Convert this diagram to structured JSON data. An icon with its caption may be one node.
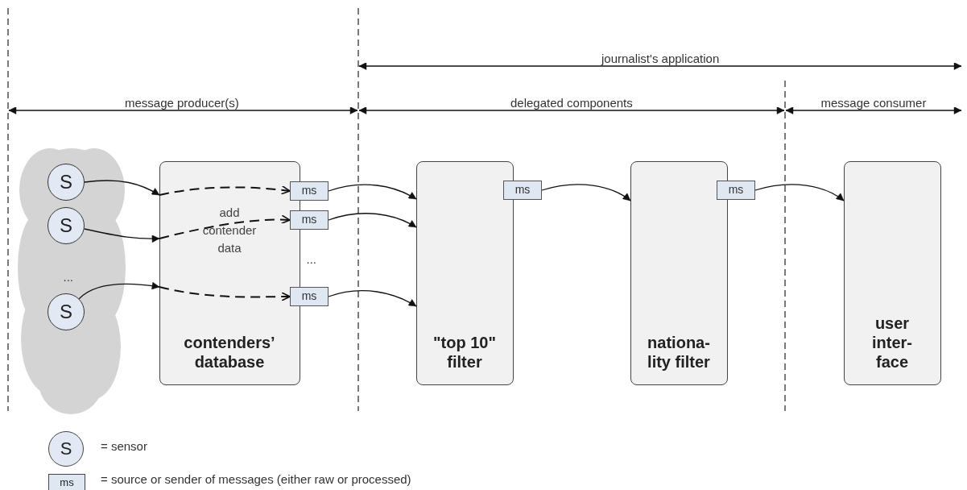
{
  "diagram": {
    "nodes": [
      {
        "text": [],
        "shape": "cloud"
      },
      {
        "text": [
          "S"
        ],
        "in": 0
      },
      {
        "text": [
          "S"
        ],
        "in": 0
      },
      {
        "text": [
          "S"
        ],
        "in": 0
      },
      {
        "text": [
          "add contender data",
          "contenders’ database"
        ]
      },
      {
        "text": [
          "ms"
        ]
      },
      {
        "text": [
          "ms"
        ]
      },
      {
        "text": [
          "ms"
        ]
      },
      {
        "text": [
          "\"top 10\" filter"
        ]
      },
      {
        "text": [
          "ms"
        ]
      },
      {
        "text": [
          "nationa- lity filter"
        ]
      },
      {
        "text": [
          "ms"
        ]
      },
      {
        "text": [
          "user inter- face"
        ]
      }
    ],
    "edges": [
      {
        "from": 1,
        "to": 4,
        "arrow": "to"
      },
      {
        "from": 2,
        "to": 4,
        "arrow": "to"
      },
      {
        "from": 3,
        "to": 4,
        "arrow": "to"
      },
      {
        "from": 4,
        "to": 5,
        "arrow": "to",
        "style": "dashed"
      },
      {
        "from": 4,
        "to": 6,
        "arrow": "to",
        "style": "dashed"
      },
      {
        "from": 4,
        "to": 7,
        "arrow": "to",
        "style": "dashed"
      },
      {
        "from": 5,
        "to": 8,
        "arrow": "to"
      },
      {
        "from": 6,
        "to": 8,
        "arrow": "to"
      },
      {
        "from": 7,
        "to": 8,
        "arrow": "to"
      },
      {
        "from": 9,
        "to": 10,
        "arrow": "to"
      },
      {
        "from": 11,
        "to": 12,
        "arrow": "to"
      }
    ],
    "labels": [
      "journalist's application",
      "message producer(s)",
      "delegated components",
      "message consumer",
      "...",
      "...",
      "S",
      "ms"
    ],
    "legend": [
      {
        "text": "= sensor"
      },
      {
        "text": "= source or sender of messages (either raw or processed)"
      }
    ]
  }
}
